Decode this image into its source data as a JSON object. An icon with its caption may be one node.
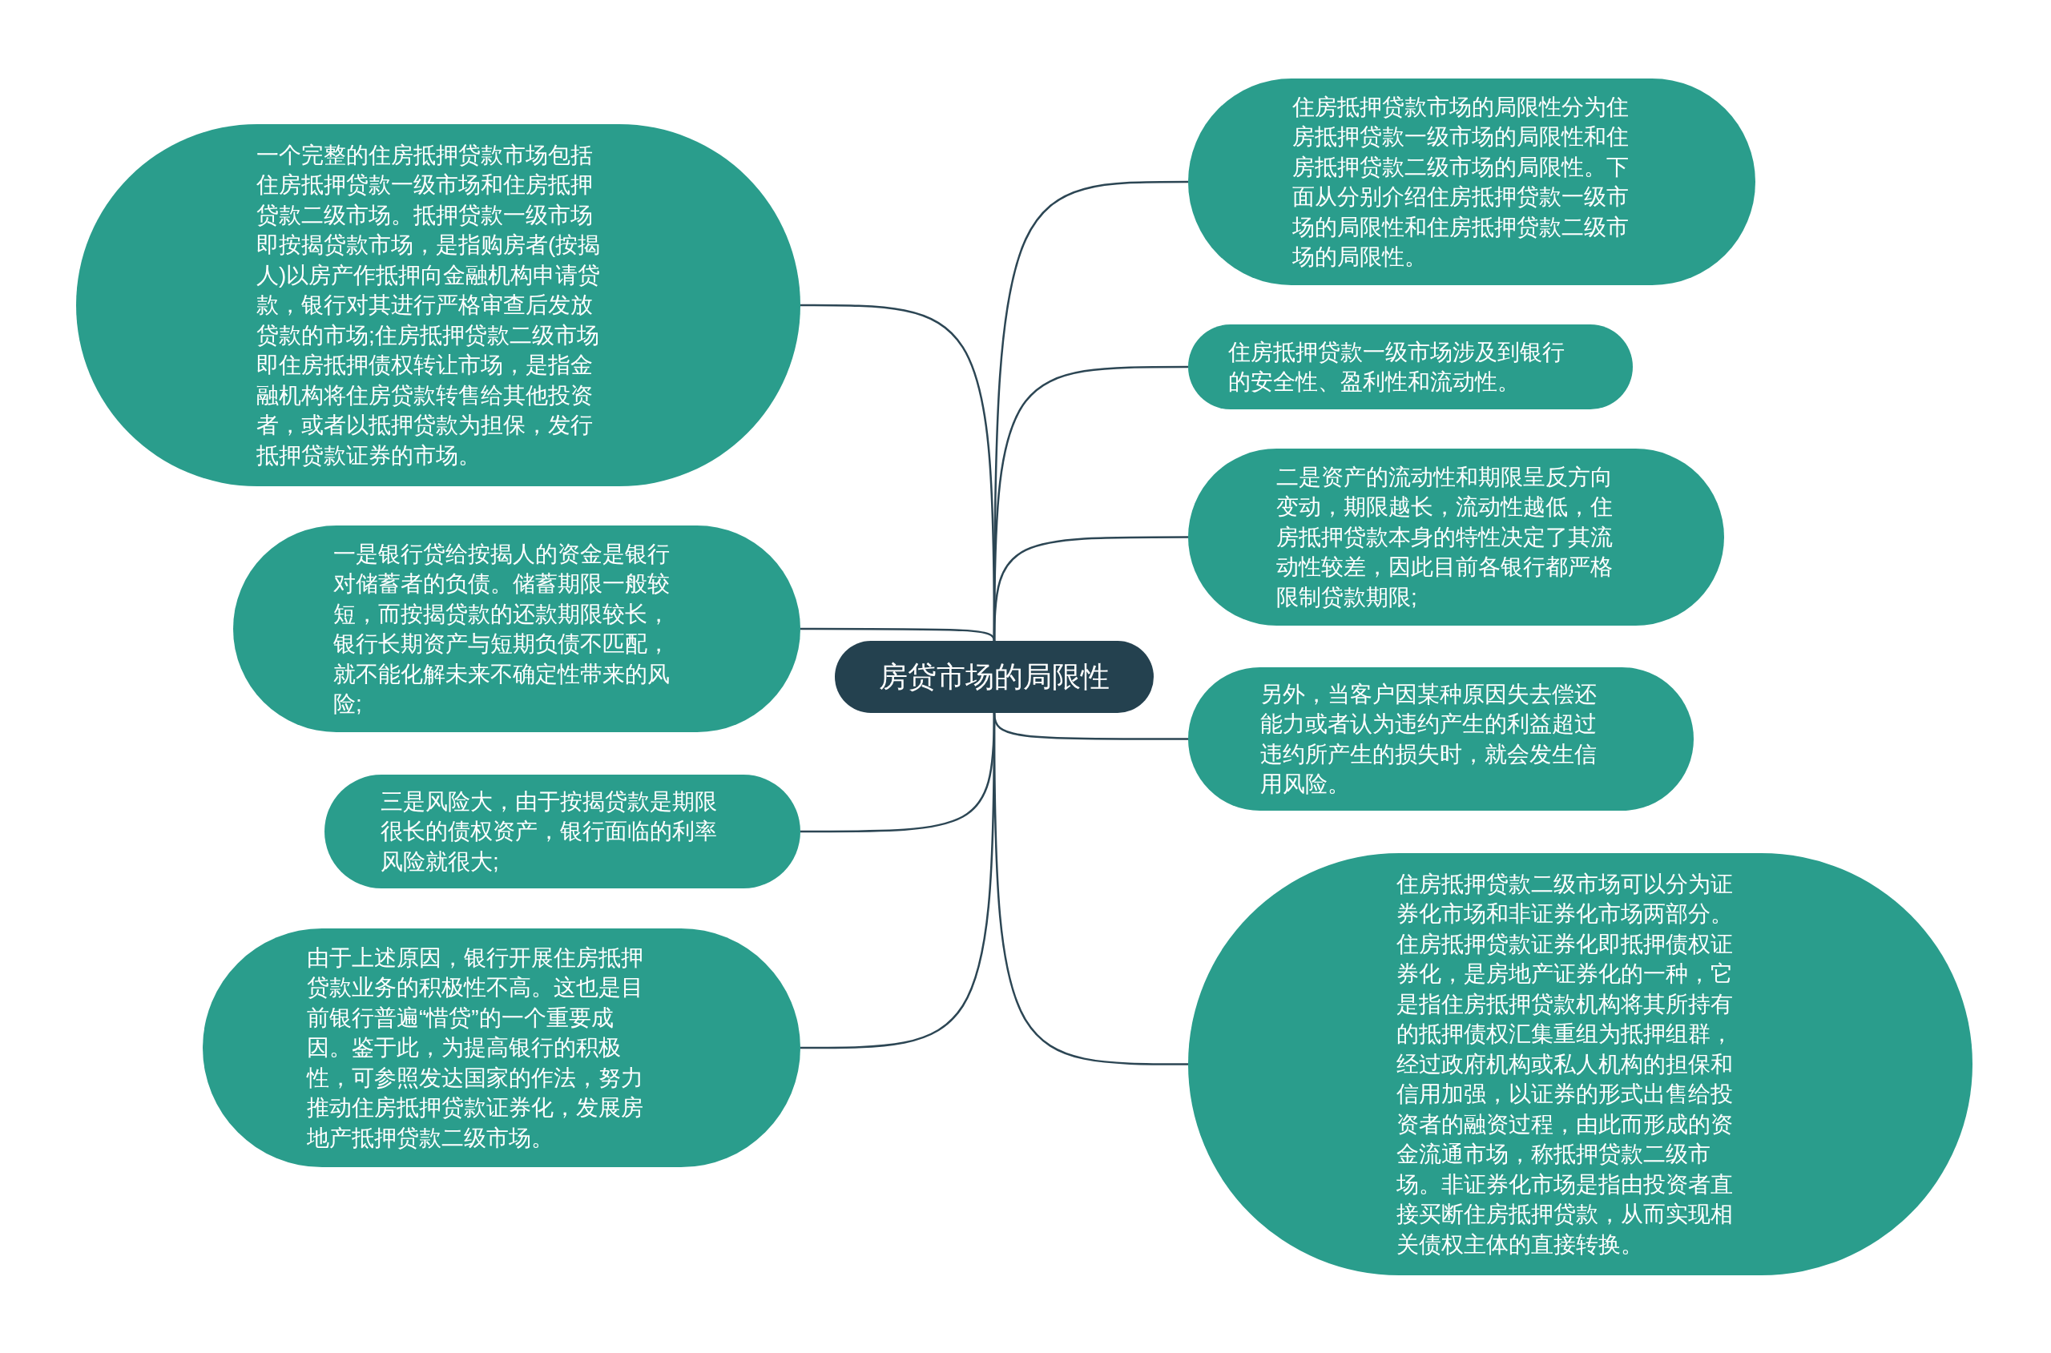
{
  "diagram": {
    "nodes": [
      {
        "text": [
          "房贷市场的局限性"
        ]
      },
      {
        "text": [
          "住房抵押贷款市场的局限性分为住房抵押贷款一级市场的局限性和住房抵押贷款二级市场的局限性。下面从分别介绍住房抵押贷款一级市场的局限性和住房抵押贷款二级市场的局限性。"
        ]
      },
      {
        "text": [
          "住房抵押贷款一级市场涉及到银行的安全性、盈利性和流动性。"
        ]
      },
      {
        "text": [
          "二是资产的流动性和期限呈反方向变动，期限越长，流动性越低，住房抵押贷款本身的特性决定了其流动性较差，因此目前各银行都严格限制贷款期限;"
        ]
      },
      {
        "text": [
          "另外，当客户因某种原因失去偿还能力或者认为违约产生的利益超过违约所产生的损失时，就会发生信用风险。"
        ]
      },
      {
        "text": [
          "住房抵押贷款二级市场可以分为证券化市场和非证券化市场两部分。住房抵押贷款证券化即抵押债权证券化，是房地产证券化的一种，它是指住房抵押贷款机构将其所持有的抵押债权汇集重组为抵押组群，经过政府机构或私人机构的担保和信用加强，以证券的形式出售给投资者的融资过程，由此而形成的资金流通市场，称抵押贷款二级市场。非证券化市场是指由投资者直接买断住房抵押贷款，从而实现相关债权主体的直接转换。"
        ]
      },
      {
        "text": [
          "一个完整的住房抵押贷款市场包括住房抵押贷款一级市场和住房抵押贷款二级市场。抵押贷款一级市场即按揭贷款市场，是指购房者(按揭人)以房产作抵押向金融机构申请贷款，银行对其进行严格审查后发放贷款的市场;住房抵押贷款二级市场即住房抵押债权转让市场，是指金融机构将住房贷款转售给其他投资者，或者以抵押贷款为担保，发行抵押贷款证券的市场。"
        ]
      },
      {
        "text": [
          "一是银行贷给按揭人的资金是银行对储蓄者的负债。储蓄期限一般较短，而按揭贷款的还款期限较长，银行长期资产与短期负债不匹配，就不能化解未来不确定性带来的风险;"
        ]
      },
      {
        "text": [
          "三是风险大，由于按揭贷款是期限很长的债权资产，银行面临的利率风险就很大;"
        ]
      },
      {
        "text": [
          "由于上述原因，银行开展住房抵押贷款业务的积极性不高。这也是目前银行普遍“惜贷”的一个重要成因。鉴于此，为提高银行的积极性，可参照发达国家的作法，努力推动住房抵押贷款证券化，发展房地产抵押贷款二级市场。"
        ]
      }
    ],
    "edges": [
      {
        "from": 0,
        "to": 1,
        "arrow": "none"
      },
      {
        "from": 0,
        "to": 2,
        "arrow": "none"
      },
      {
        "from": 0,
        "to": 3,
        "arrow": "none"
      },
      {
        "from": 0,
        "to": 4,
        "arrow": "none"
      },
      {
        "from": 0,
        "to": 5,
        "arrow": "none"
      },
      {
        "from": 0,
        "to": 6,
        "arrow": "none"
      },
      {
        "from": 0,
        "to": 7,
        "arrow": "none"
      },
      {
        "from": 0,
        "to": 8,
        "arrow": "none"
      },
      {
        "from": 0,
        "to": 9,
        "arrow": "none"
      }
    ]
  }
}
